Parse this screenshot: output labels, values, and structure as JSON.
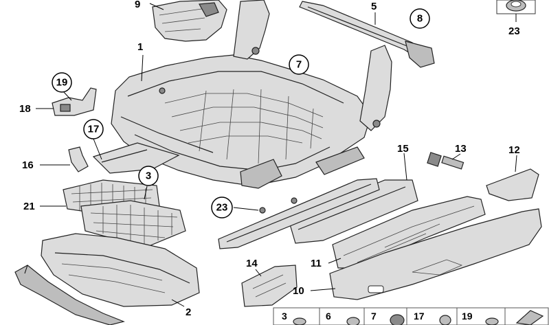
{
  "callouts": [
    {
      "id": "9",
      "circled": false
    },
    {
      "id": "5",
      "circled": false
    },
    {
      "id": "8",
      "circled": true
    },
    {
      "id": "23",
      "circled": false
    },
    {
      "id": "1",
      "circled": false
    },
    {
      "id": "7",
      "circled": true
    },
    {
      "id": "19",
      "circled": true
    },
    {
      "id": "18",
      "circled": false
    },
    {
      "id": "17",
      "circled": true
    },
    {
      "id": "16",
      "circled": false
    },
    {
      "id": "3",
      "circled": true
    },
    {
      "id": "21",
      "circled": false
    },
    {
      "id": "15",
      "circled": false
    },
    {
      "id": "13",
      "circled": false
    },
    {
      "id": "12",
      "circled": false
    },
    {
      "id": "23",
      "circled": true
    },
    {
      "id": "14",
      "circled": false
    },
    {
      "id": "11",
      "circled": false
    },
    {
      "id": "10",
      "circled": false
    },
    {
      "id": "2",
      "circled": false
    }
  ],
  "legend_tray": [
    "3",
    "6",
    "7",
    "17",
    "19"
  ]
}
